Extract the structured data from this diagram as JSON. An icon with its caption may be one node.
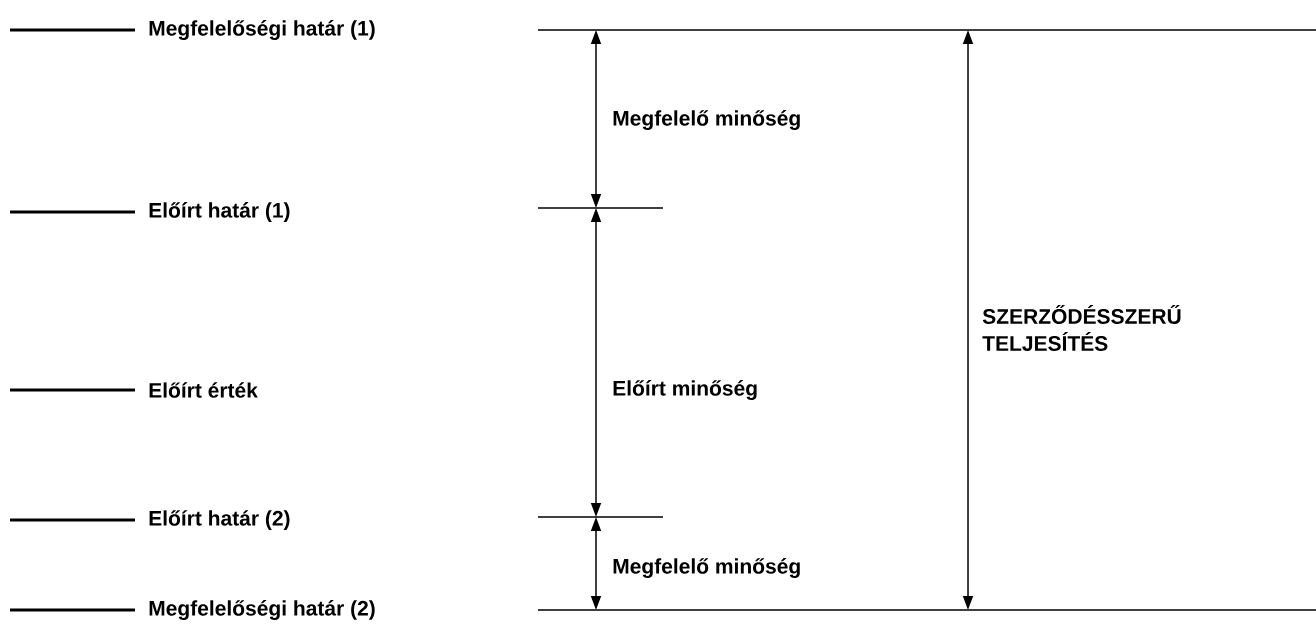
{
  "diagram": {
    "labels": [
      "Megfelelőségi határ (1)",
      "Megfelelő minőség",
      "Előírt határ (1)",
      "SZERZŐDÉSSZERŰ TELJESÍTÉS",
      "Előírt minőség",
      "Előírt érték",
      "Megfelelő minőség",
      "Előírt határ (2)",
      "Megfelelőségi határ (2)"
    ]
  }
}
